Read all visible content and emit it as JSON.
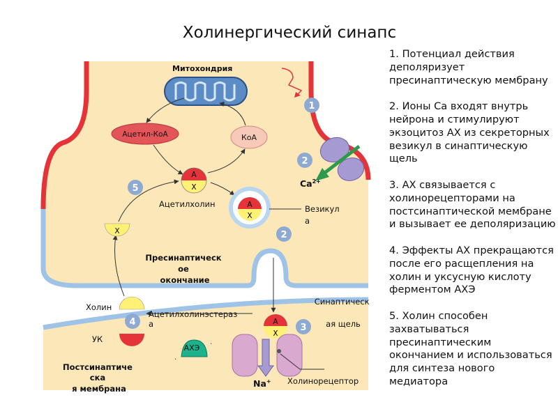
{
  "title": "Холинергический синапс",
  "labels": {
    "mitochondria": "Митохондрия",
    "acetyl_coa": "Ацетил-КоА",
    "coa": "КоА",
    "a": "А",
    "x": "Х",
    "acetylcholine": "Ацетилхолин",
    "vesicle": "Везикула",
    "calcium": "Ca",
    "calcium_charge": "2+",
    "presynaptic_ending": "Пресинаптическое окончание",
    "choline": "Холин",
    "acetylcholinesterase": "Ацетилхолинэстераза",
    "acetic_acid": "УК",
    "ache": "АХЭ",
    "synaptic_cleft": "Синаптическая щель",
    "postsynaptic_membrane": "Постсинаптическая мембрана",
    "sodium": "Na",
    "sodium_charge": "+",
    "cholinoreceptor": "Холинорецептор"
  },
  "badges": [
    "1",
    "2",
    "2",
    "3",
    "4",
    "5"
  ],
  "steps": [
    "1. Потенциал действия деполяризует пресинаптическую мембрану",
    "2. Ионы Ca входят внутрь нейрона и стимулируют экзоцитоз АХ из секреторных везикул в синаптическую щель",
    "3. АХ связывается с холинорецепторами на постсинаптической мембране и вызывает ее деполяризацию",
    "4. Эффекты АХ прекращаются после его расщепления на холин и уксусную кислоту ферментом АХЭ",
    "5. Холин способен захватываться пресинаптическим окончанием и использоваться для синтеза нового медиатора"
  ],
  "colors": {
    "cytoplasm": "#fbe7b8",
    "membrane_red": "#e4343a",
    "membrane_blue": "#9fc3e7",
    "mitochondria": "#5b8cc6",
    "badge": "#8ea9d2",
    "receptor": "#d9a9d0",
    "channel": "#a69ad3",
    "ache": "#1bb28c",
    "vesicle_ring": "#b9d6f1"
  }
}
